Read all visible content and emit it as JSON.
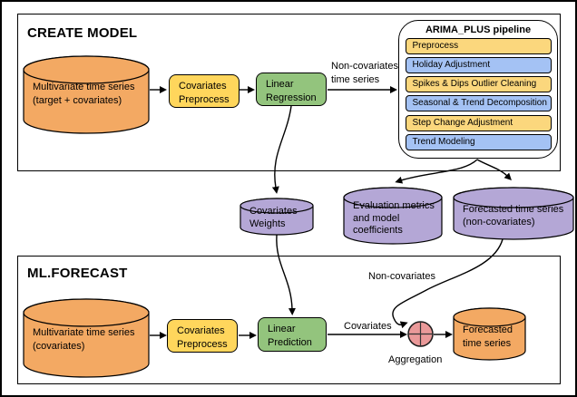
{
  "diagram": {
    "sections": {
      "create_model": {
        "title": "CREATE MODEL"
      },
      "ml_forecast": {
        "title": "ML.FORECAST"
      }
    },
    "nodes": {
      "input_train": {
        "text": "Multivariate time series\n(target + covariates)"
      },
      "cov_preprocess_train": {
        "text": "Covariates\nPreprocess"
      },
      "linear_regression": {
        "text": "Linear\nRegression"
      },
      "covariates_weights": {
        "text": "Covariates\nWeights"
      },
      "evaluation_metrics": {
        "text": "Evaluation metrics\nand model\ncoefficients"
      },
      "forecast_noncov": {
        "text": "Forecasted time series\n(non-covariates)"
      },
      "input_forecast": {
        "text": "Multivariate time series\n(covariates)"
      },
      "cov_preprocess_forecast": {
        "text": "Covariates\nPreprocess"
      },
      "linear_prediction": {
        "text": "Linear\nPrediction"
      },
      "forecast_output": {
        "text": "Forecasted\ntime series"
      }
    },
    "pipeline": {
      "title": "ARIMA_PLUS pipeline",
      "steps": [
        {
          "label": "Preprocess",
          "color": "yellow"
        },
        {
          "label": "Holiday Adjustment",
          "color": "blue"
        },
        {
          "label": "Spikes & Dips Outlier Cleaning",
          "color": "yellow"
        },
        {
          "label": "Seasonal & Trend Decomposition",
          "color": "blue"
        },
        {
          "label": "Step Change Adjustment",
          "color": "yellow"
        },
        {
          "label": "Trend Modeling",
          "color": "blue"
        }
      ]
    },
    "labels": {
      "noncov_series": "Non-covariates\ntime series",
      "covariates": "Covariates",
      "non_covariates": "Non-covariates",
      "aggregation": "Aggregation"
    },
    "icons": {
      "aggregation": "circled-plus"
    },
    "colors": {
      "cylinder_orange": "#F3A963",
      "box_yellow": "#FFD65C",
      "box_green": "#93C47D",
      "cylinder_purple": "#B4A7D6",
      "step_yellow": "#FBD77D",
      "step_blue": "#A4C2F4",
      "aggregation_pink": "#EA9999",
      "line_black": "#000000"
    }
  }
}
